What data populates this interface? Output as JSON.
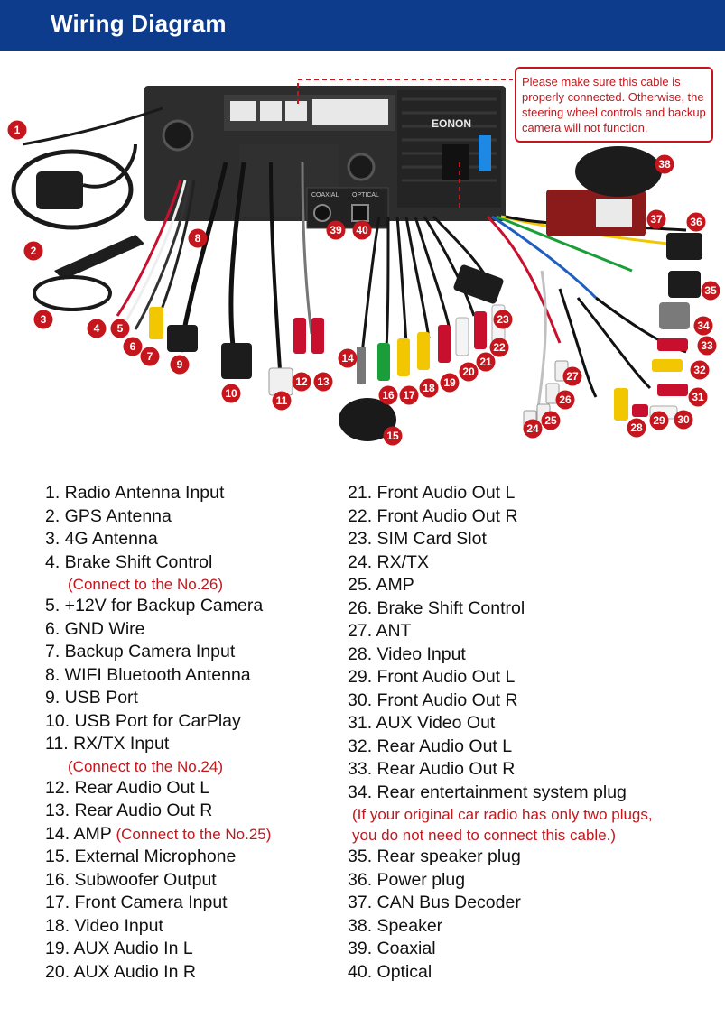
{
  "header": {
    "title": "Wiring Diagram"
  },
  "note": {
    "text": "Please make sure this cable is properly connected. Otherwise, the steering wheel controls and backup camera will not function."
  },
  "unit": {
    "brand": "EONON",
    "coax_label": "COAXIAL",
    "optical_label": "OPTICAL"
  },
  "badges": [
    "1",
    "2",
    "3",
    "4",
    "5",
    "6",
    "7",
    "8",
    "9",
    "10",
    "11",
    "12",
    "13",
    "14",
    "15",
    "16",
    "17",
    "18",
    "19",
    "20",
    "21",
    "22",
    "23",
    "24",
    "25",
    "26",
    "27",
    "28",
    "29",
    "30",
    "31",
    "32",
    "33",
    "34",
    "35",
    "36",
    "37",
    "38",
    "39",
    "40"
  ],
  "legend_left": [
    {
      "label": "1. Radio Antenna Input"
    },
    {
      "label": "2. GPS Antenna"
    },
    {
      "label": "3. 4G Antenna"
    },
    {
      "label": "4. Brake Shift Control",
      "sub": "(Connect to the No.26)"
    },
    {
      "label": "5. +12V for Backup Camera"
    },
    {
      "label": "6. GND Wire"
    },
    {
      "label": "7. Backup Camera Input"
    },
    {
      "label": "8. WIFI Bluetooth Antenna"
    },
    {
      "label": "9. USB Port"
    },
    {
      "label": "10. USB Port for CarPlay"
    },
    {
      "label": "11. RX/TX Input",
      "sub": "(Connect to the No.24)"
    },
    {
      "label": "12. Rear Audio Out L"
    },
    {
      "label": "13. Rear Audio Out R"
    },
    {
      "label": "14. AMP",
      "inline": "(Connect to the No.25)"
    },
    {
      "label": "15. External Microphone"
    },
    {
      "label": "16. Subwoofer Output"
    },
    {
      "label": "17. Front Camera Input"
    },
    {
      "label": "18. Video Input"
    },
    {
      "label": "19. AUX Audio In L"
    },
    {
      "label": "20. AUX Audio In R"
    }
  ],
  "legend_right": [
    {
      "label": "21. Front Audio Out L"
    },
    {
      "label": "22. Front Audio Out R"
    },
    {
      "label": "23. SIM Card Slot"
    },
    {
      "label": "24. RX/TX"
    },
    {
      "label": "25. AMP"
    },
    {
      "label": "26. Brake Shift Control"
    },
    {
      "label": "27. ANT"
    },
    {
      "label": "28. Video Input"
    },
    {
      "label": "29. Front Audio Out L"
    },
    {
      "label": "30. Front Audio Out R"
    },
    {
      "label": "31. AUX Video Out"
    },
    {
      "label": "32. Rear Audio Out L"
    },
    {
      "label": "33. Rear Audio Out R"
    },
    {
      "label": "34. Rear entertainment system plug",
      "sub": "(If your original car radio has only two plugs,",
      "sub2": "you do not need to connect this cable.)"
    },
    {
      "label": "35. Rear speaker plug"
    },
    {
      "label": "36. Power plug"
    },
    {
      "label": "37. CAN Bus Decoder"
    },
    {
      "label": "38. Speaker"
    },
    {
      "label": "39. Coaxial"
    },
    {
      "label": "40. Optical"
    }
  ]
}
